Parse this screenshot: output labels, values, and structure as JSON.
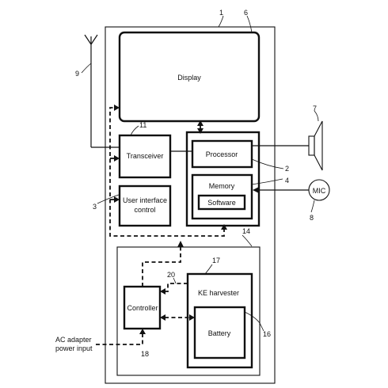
{
  "blocks": {
    "display": "Display",
    "transceiver": "Transceiver",
    "processor": "Processor",
    "memory": "Memory",
    "software": "Software",
    "ui_line1": "User interface",
    "ui_line2": "control",
    "mic": "MIC",
    "ke_harvester": "KE harvester",
    "controller": "Controller",
    "battery": "Battery",
    "ac_line1": "AC adapter",
    "ac_line2": "power input"
  },
  "refs": {
    "device": "1",
    "processor": "2",
    "ui": "3",
    "memory": "4",
    "display": "6",
    "speaker": "7",
    "mic": "8",
    "antenna": "9",
    "transceiver": "11",
    "power_module": "14",
    "battery": "16",
    "ke_harvester": "17",
    "controller": "18",
    "link": "20"
  }
}
